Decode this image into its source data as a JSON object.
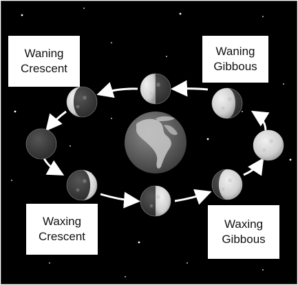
{
  "labels": {
    "waning_crescent": [
      "Waning",
      "Crescent"
    ],
    "waning_gibbous": [
      "Waning",
      "Gibbous"
    ],
    "waxing_crescent": [
      "Waxing",
      "Crescent"
    ],
    "waxing_gibbous": [
      "Waxing",
      "Gibbous"
    ]
  },
  "phases": [
    {
      "id": "full-moon",
      "lit": "full"
    },
    {
      "id": "waning-gibbous",
      "lit": "gibbous-left"
    },
    {
      "id": "third-quarter",
      "lit": "left-half"
    },
    {
      "id": "waning-crescent",
      "lit": "crescent-left"
    },
    {
      "id": "new-moon",
      "lit": "none"
    },
    {
      "id": "waxing-crescent",
      "lit": "crescent-right"
    },
    {
      "id": "first-quarter",
      "lit": "right-half"
    },
    {
      "id": "waxing-gibbous",
      "lit": "gibbous-right"
    }
  ],
  "colors": {
    "background": "#000000",
    "moon_light": "#d9d9d9",
    "moon_dark": "#3a3a3a",
    "earth_ocean": "#5a5a5a",
    "earth_land": "#c8c8c8",
    "arrow": "#ffffff"
  }
}
